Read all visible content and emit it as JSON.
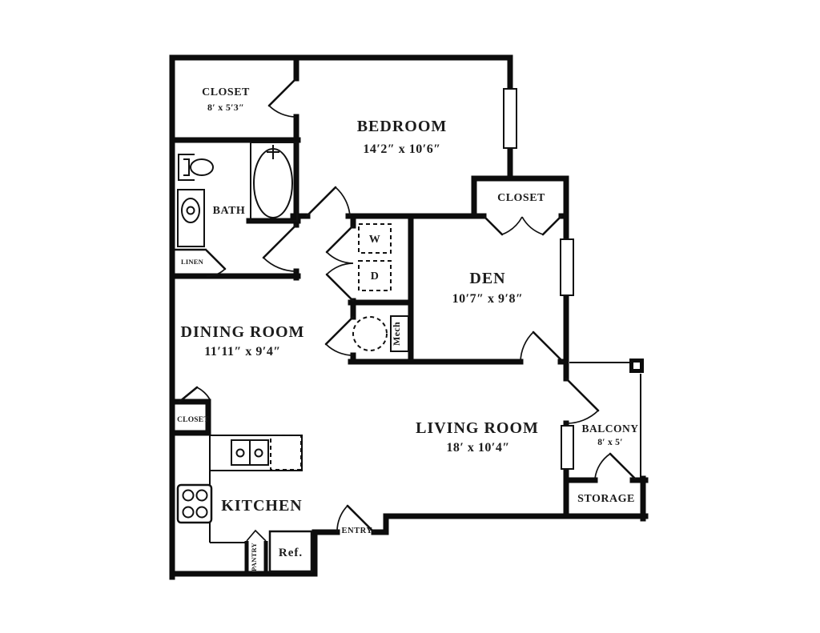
{
  "colors": {
    "background": "#ffffff",
    "wall": "#0c0c0c",
    "text": "#1c1c1c"
  },
  "rooms": {
    "closet_top_left": {
      "name": "CLOSET",
      "dims": "8′ x 5′3″"
    },
    "bedroom": {
      "name": "BEDROOM",
      "dims": "14′2″ x 10′6″"
    },
    "bath": {
      "name": "BATH"
    },
    "linen": {
      "name": "LINEN"
    },
    "bedroom_closet": {
      "name": "CLOSET"
    },
    "den": {
      "name": "DEN",
      "dims": "10′7″ x 9′8″"
    },
    "laundry": {
      "washer": "W",
      "dryer": "D"
    },
    "mech": {
      "name": "Mech"
    },
    "dining_room": {
      "name": "DINING ROOM",
      "dims": "11′11″ x 9′4″"
    },
    "dining_closet": {
      "name": "CLOSET"
    },
    "living_room": {
      "name": "LIVING ROOM",
      "dims": "18′ x 10′4″"
    },
    "balcony": {
      "name": "BALCONY",
      "dims": "8′ x 5′"
    },
    "storage": {
      "name": "STORAGE"
    },
    "kitchen": {
      "name": "KITCHEN"
    },
    "entry": {
      "name": "ENTRY"
    },
    "pantry": {
      "name": "PANTRY"
    },
    "refrigerator": {
      "name": "Ref."
    }
  }
}
